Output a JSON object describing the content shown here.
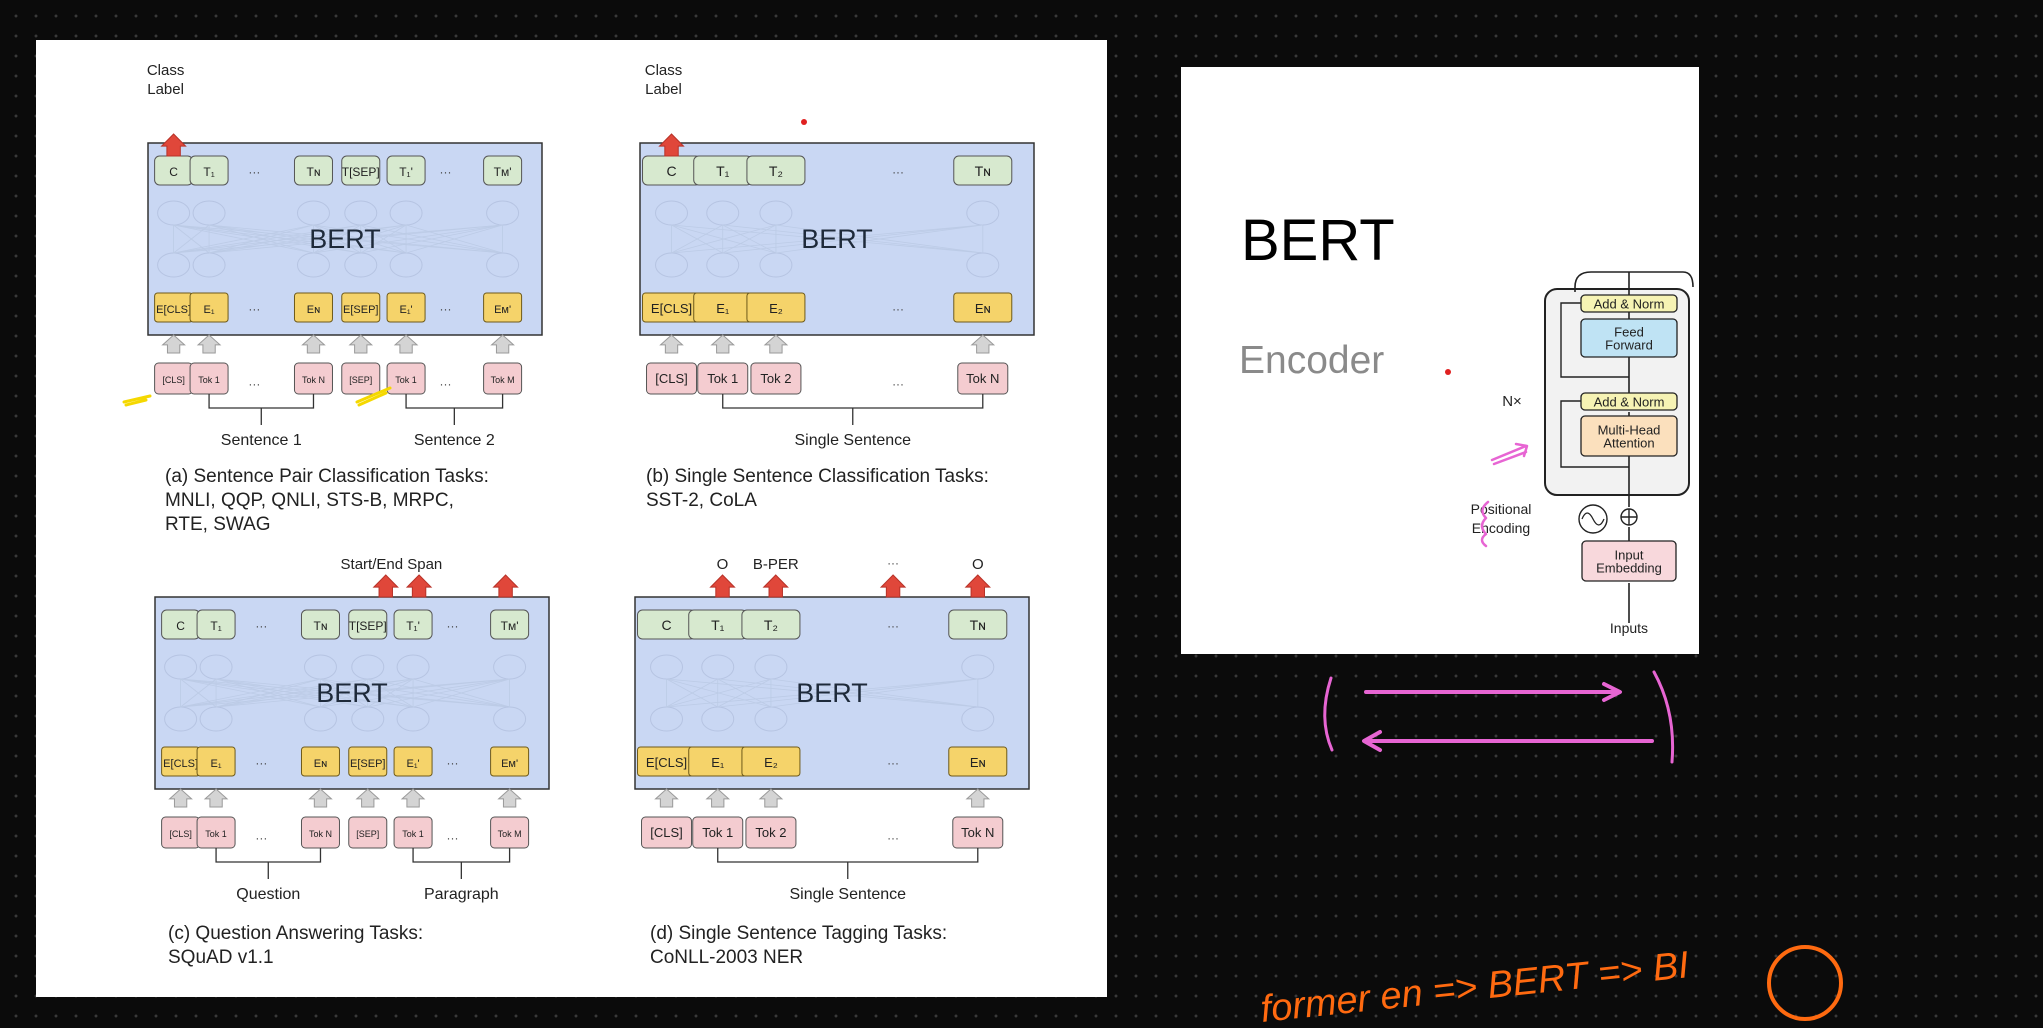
{
  "fig": {
    "model_name": "BERT",
    "class_label": [
      "Class",
      "Label"
    ],
    "start_end_span": "Start/End Span",
    "ellipsis": "···",
    "panel_a": {
      "top_tokens": [
        "C",
        "T₁",
        "Tɴ",
        "T[SEP]",
        "T₁'",
        "Tᴍ'"
      ],
      "emb_tokens": [
        "E[CLS]",
        "E₁",
        "Eɴ",
        "E[SEP]",
        "E₁'",
        "Eᴍ'"
      ],
      "input_tokens": [
        "[CLS]",
        "Tok 1",
        "Tok N",
        "[SEP]",
        "Tok 1",
        "Tok M"
      ],
      "seg1": "Sentence 1",
      "seg2": "Sentence 2",
      "caption": "(a) Sentence Pair Classification Tasks:\n     MNLI, QQP, QNLI, STS-B, MRPC,\n     RTE, SWAG"
    },
    "panel_b": {
      "top_tokens": [
        "C",
        "T₁",
        "T₂",
        "Tɴ"
      ],
      "emb_tokens": [
        "E[CLS]",
        "E₁",
        "E₂",
        "Eɴ"
      ],
      "input_tokens": [
        "[CLS]",
        "Tok 1",
        "Tok 2",
        "Tok N"
      ],
      "seg": "Single Sentence",
      "caption": "(b) Single Sentence Classification Tasks:\n     SST-2, CoLA"
    },
    "panel_c": {
      "top_tokens": [
        "C",
        "T₁",
        "Tɴ",
        "T[SEP]",
        "T₁'",
        "Tᴍ'"
      ],
      "emb_tokens": [
        "E[CLS]",
        "E₁",
        "Eɴ",
        "E[SEP]",
        "E₁'",
        "Eᴍ'"
      ],
      "input_tokens": [
        "[CLS]",
        "Tok 1",
        "Tok N",
        "[SEP]",
        "Tok 1",
        "Tok M"
      ],
      "seg1": "Question",
      "seg2": "Paragraph",
      "caption": "(c) Question Answering Tasks:\n     SQuAD v1.1"
    },
    "panel_d": {
      "top_tokens": [
        "C",
        "T₁",
        "T₂",
        "Tɴ"
      ],
      "emb_tokens": [
        "E[CLS]",
        "E₁",
        "E₂",
        "Eɴ"
      ],
      "input_tokens": [
        "[CLS]",
        "Tok 1",
        "Tok 2",
        "Tok N"
      ],
      "out_labels": [
        "O",
        "B-PER",
        "O"
      ],
      "seg": "Single Sentence",
      "caption": "(d) Single Sentence Tagging Tasks:\n     CoNLL-2003 NER"
    }
  },
  "encoder_slide": {
    "title": "BERT",
    "subtitle": "Encoder",
    "diagram": {
      "add_norm": "Add & Norm",
      "feed_forward": [
        "Feed",
        "Forward"
      ],
      "multi_head": [
        "Multi-Head",
        "Attention"
      ],
      "nx": "N×",
      "positional": [
        "Positional",
        "Encoding"
      ],
      "input_embedding": [
        "Input",
        "Embedding"
      ],
      "inputs": "Inputs"
    }
  },
  "handwriting": {
    "note": "former en  =>  BERT  =>  BI"
  },
  "colors": {
    "bert_block": "#c9d7f3",
    "top_token": "#d7e9cf",
    "embedding": "#f5d36a",
    "input_token": "#f4ccd0",
    "arrow_out": "#e0473a",
    "pink_ink": "#e765d3",
    "orange_ink": "#ff6a10",
    "yellow_ink": "#f5d800",
    "dot": "#e02020"
  }
}
